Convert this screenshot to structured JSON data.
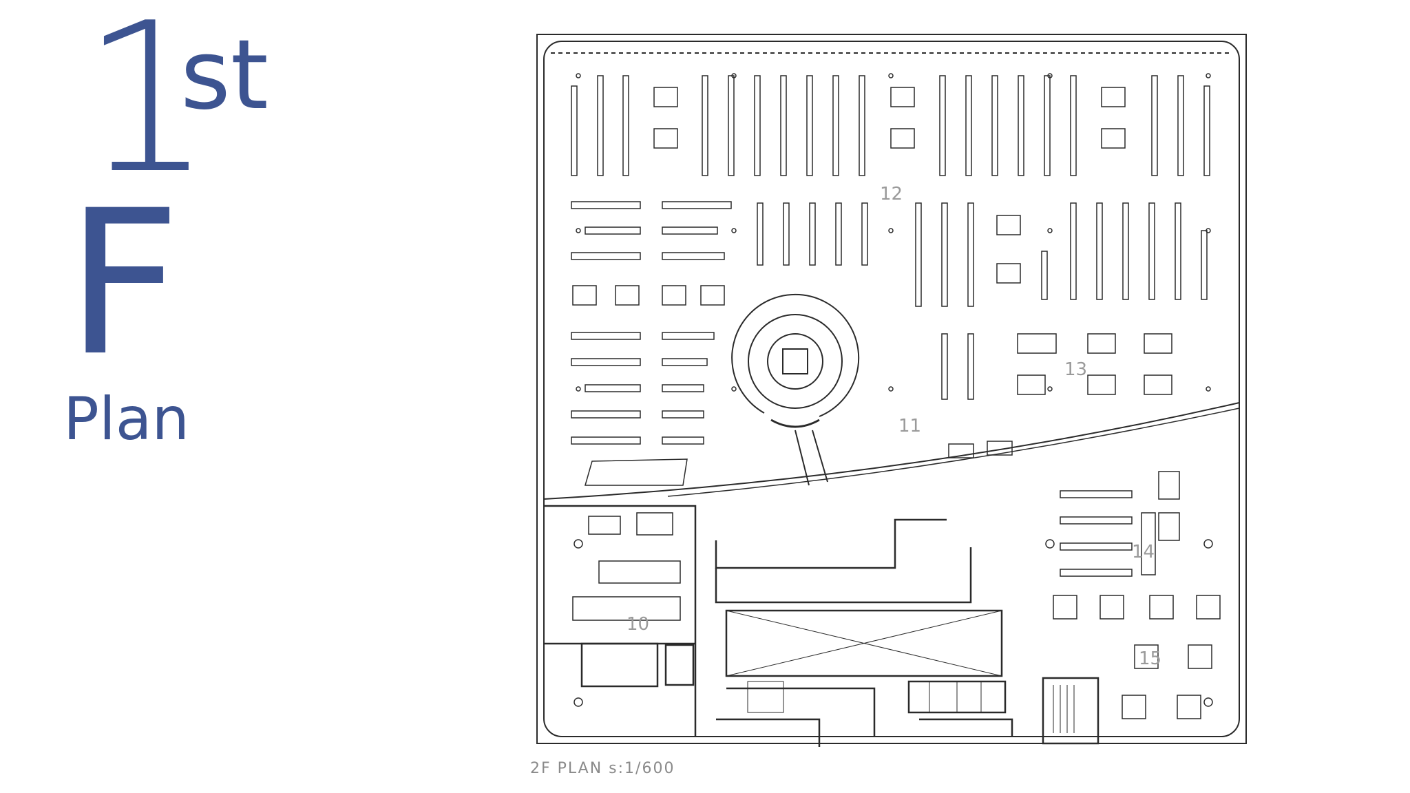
{
  "heading": {
    "number": "1",
    "suffix": "st",
    "floor_letter": "F",
    "word": "Plan"
  },
  "plan": {
    "zones": [
      "12",
      "13",
      "11",
      "10",
      "14",
      "15"
    ],
    "caption": "2F PLAN  s:1/600"
  },
  "colors": {
    "accent": "#3d5491",
    "line": "#2a2a2a",
    "muted": "#9a9a9a"
  }
}
